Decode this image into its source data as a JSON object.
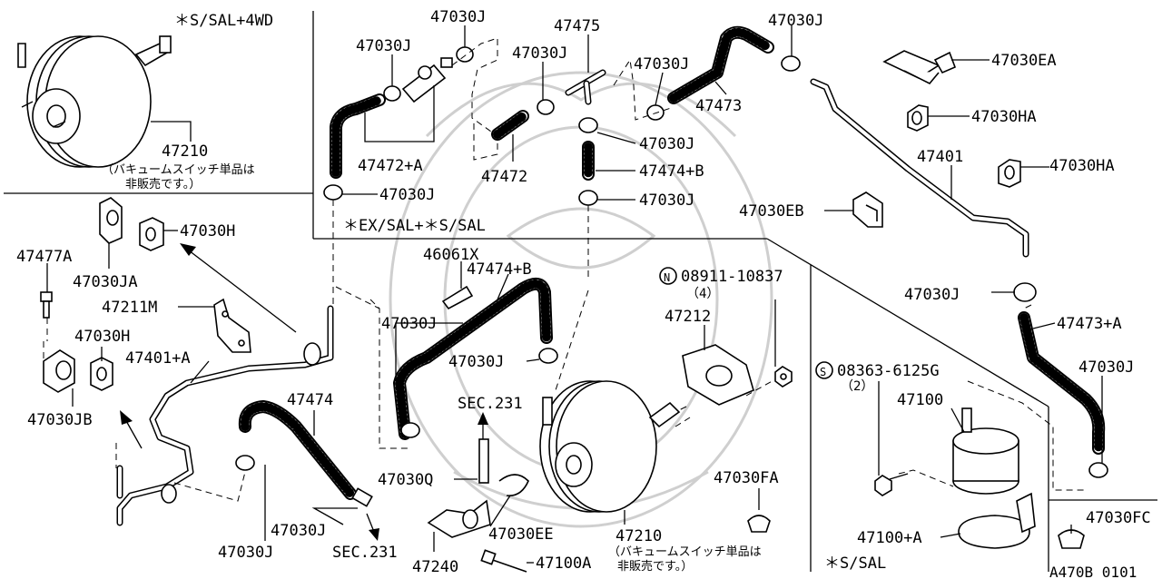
{
  "variant_labels": {
    "top_left": "＊S/SAL+4WD",
    "middle": "＊EX/SAL+＊S/SAL",
    "bottom_right": "＊S/SAL"
  },
  "notes": {
    "top_left_line1": "（バキュームスイッチ単品は",
    "top_left_line2": "非販売です。）",
    "bottom_line1": "（バキュームスイッチ単品は",
    "bottom_line2": "非販売です。）"
  },
  "parts": {
    "p47210_top": "47210",
    "p47030J_a": "47030J",
    "p47030J_b": "47030J",
    "p47475": "47475",
    "p47030J_c": "47030J",
    "p47030J_d": "47030J",
    "p47030J_e": "47030J",
    "p47472_plus_a": "47472+A",
    "p47472": "47472",
    "p47474_plus_b_top": "47474+B",
    "p47030J_f": "47030J",
    "p47030J_g": "47030J",
    "p47473": "47473",
    "p47030J_h": "47030J",
    "p47030EA": "47030EA",
    "p47030HA_a": "47030HA",
    "p47401": "47401",
    "p47030HA_b": "47030HA",
    "p47030EB": "47030EB",
    "p47030H_a": "47030H",
    "p47477A": "47477A",
    "p47030JA": "47030JA",
    "p47211M": "47211M",
    "p47030H_b": "47030H",
    "p47401_plus_a": "47401+A",
    "p47030JB": "47030JB",
    "p46061X": "46061X",
    "p47474_plus_b_mid": "47474+B",
    "p47030J_i": "47030J",
    "p47030J_j": "47030J",
    "p47474": "47474",
    "p47030J_k": "47030J",
    "p47030J_l": "47030J",
    "p47030Q": "47030Q",
    "sec231_a": "SEC.231",
    "sec231_b": "SEC.231",
    "p47030EE": "47030EE",
    "p47240": "47240",
    "p47100A": "47100A",
    "p47210_bottom": "47210",
    "bolt_n_number": "08911-10837",
    "bolt_n_qty": "（4）",
    "bolt_n_symbol": "N",
    "p47212": "47212",
    "p47030J_m": "47030J",
    "p47473_plus_a": "47473+A",
    "p47030J_n": "47030J",
    "bolt_s_number": "08363-6125G",
    "bolt_s_qty": "（2）",
    "bolt_s_symbol": "S",
    "p47100": "47100",
    "p47100_plus_a": "47100+A",
    "p47030FA": "47030FA",
    "p47030FC": "47030FC"
  },
  "figure_code": "A470B 0101"
}
